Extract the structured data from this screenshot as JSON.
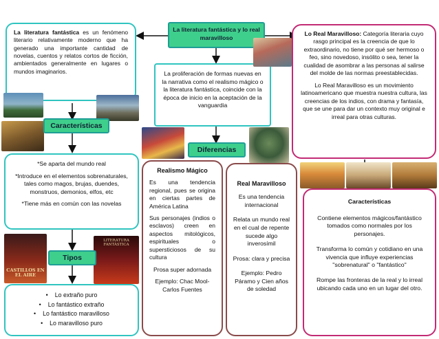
{
  "center": {
    "title": "La literatura fantástica y lo real maravilloso"
  },
  "left_intro": {
    "bold": "La literatura fantástica",
    "text": " es un fenómeno literario relativamente moderno que ha generado una importante cantidad de novelas, cuentos y relatos cortos de ficción, ambientados generalmente en lugares o mundos imaginarios."
  },
  "middle_intro": {
    "text": "La proliferación de formas nuevas en la narrativa como el realismo mágico o la literatura fantástica, coincide con la época de inicio en la aceptación de la vanguardia"
  },
  "right_intro": {
    "bold": "Lo Real Maravilloso:",
    "text": " Categoría literaria cuyo rasgo principal es la creencia de que lo extraordinario, no tiene por qué ser hermoso o feo, sino novedoso, insólito o sea, tener la cualidad de asombrar a las personas al salirse del molde de las normas preestablecidas.",
    "para2": "Lo Real Maravilloso es un movimiento latinoamericano que muestra nuestra cultura, las creencias de los indios, con drama y fantasía, que se une para dar un contexto muy original e irreal para otras culturas."
  },
  "caracteristicas_left": {
    "label": "Características",
    "items": [
      "*Se aparta del mundo real",
      "*Introduce en el elementos sobrenaturales, tales como magos, brujas, duendes, monstruos, demonios, elfos, etc",
      "*Tiene más en común con las novelas"
    ]
  },
  "tipos": {
    "label": "Tipos",
    "items": [
      "Lo extraño puro",
      "Lo fantástico extraño",
      "Lo fantástico maravilloso",
      "Lo maravilloso puro"
    ]
  },
  "diferencias": {
    "label": "Diferencias"
  },
  "realismo_magico": {
    "title": "Realismo Mágico",
    "p1": "Es una tendencia regional, pues se origina en ciertas partes de América Latina",
    "p2": "Sus personajes (indios o esclavos) creen en aspectos mitológicos, espirituales o supersticiosos de su cultura",
    "p3": "Prosa super adornada",
    "p4": "Ejemplo: Chac Mool- Carlos Fuentes"
  },
  "real_maravilloso": {
    "title": "Real Maravilloso",
    "p1": "Es una tendencia internacional",
    "p2": "Relata un mundo real en el cual de repente sucede algo inverosímil",
    "p3": "Prosa: clara y precisa",
    "p4": "Ejemplo: Pedro Páramo y Cien años de soledad"
  },
  "caracteristicas_right": {
    "title": "Características",
    "p1": "Contiene elementos mágicos/fantástico tomados como normales por los personajes.",
    "p2": "Transforma lo común y cotidiano en una vivencia que influye experiencias \"sobrenatural\" o \"fantástico\"",
    "p3": "Rompe las fronteras de la real y lo irreal ubicando cada uno en un lugar del otro."
  },
  "book_cover": {
    "title": "CASTILLOS EN EL AIRE",
    "title2": "LITERATURA FANTÁSTICA"
  },
  "colors": {
    "teal": "#2fc4c0",
    "green_pill": "#3fcf8c",
    "brown_border": "#8a4a4a",
    "magenta_border": "#c22a74"
  }
}
